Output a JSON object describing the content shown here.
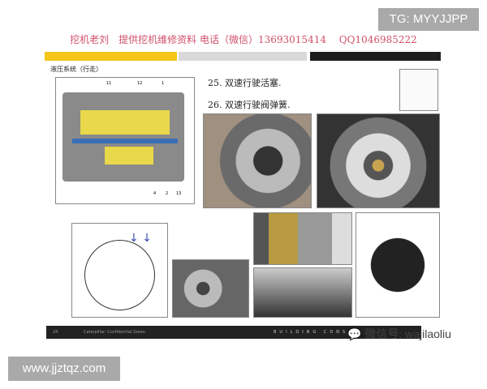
{
  "watermark_top": "TG: MYYJJPP",
  "header": "挖机老刘　提供挖机维修资料 电话（微信）13693015414　 QQ1046985222",
  "bars": {
    "colors": [
      "#f5c518",
      "#d9d9d9",
      "#1e1e1e"
    ]
  },
  "subtitle": "液压系统（行走）",
  "diagram_labels": [
    "11",
    "12",
    "1",
    "4",
    "2",
    "13"
  ],
  "items": [
    "25. 双速行驶活塞.",
    "26. 双速行驶阀弹簧."
  ],
  "footer": {
    "page": "24",
    "left": "Caterpillar: Confidential Green",
    "right": "BUILDING CONS"
  },
  "wechat": "微信号: wajilaoliu",
  "watermark_bottom": "www.jjztqz.com"
}
